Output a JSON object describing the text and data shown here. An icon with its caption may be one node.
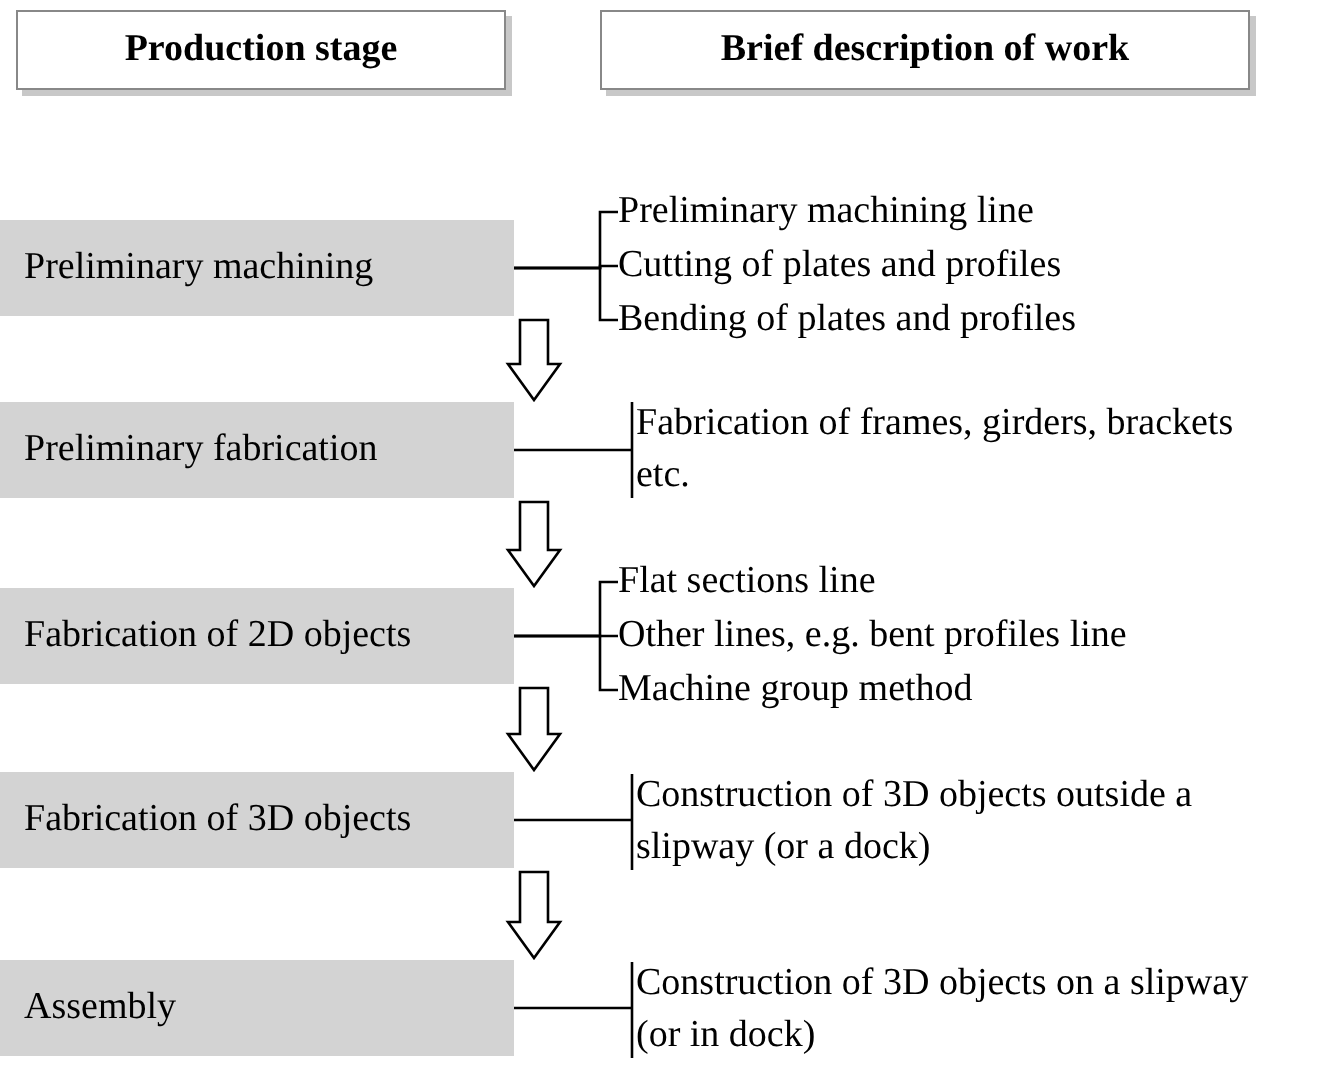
{
  "diagram": {
    "nodes": [
      {
        "text": [
          "Production stage"
        ]
      },
      {
        "text": [
          "Brief description of work"
        ]
      },
      {
        "text": [
          "Preliminary machining"
        ]
      },
      {
        "text": [
          "Preliminary machining line"
        ]
      },
      {
        "text": [
          "Cutting of plates and profiles"
        ]
      },
      {
        "text": [
          "Bending of plates and profiles"
        ]
      },
      {
        "text": [
          "Preliminary fabrication"
        ]
      },
      {
        "text": [
          "Fabrication of frames, girders, brackets etc."
        ]
      },
      {
        "text": [
          "Fabrication of 2D objects"
        ]
      },
      {
        "text": [
          "Flat sections line"
        ]
      },
      {
        "text": [
          "Other lines, e.g. bent profiles line"
        ]
      },
      {
        "text": [
          "Machine group method"
        ]
      },
      {
        "text": [
          "Fabrication of 3D objects"
        ]
      },
      {
        "text": [
          "Construction of 3D objects outside a slipway (or a dock)"
        ]
      },
      {
        "text": [
          "Assembly"
        ]
      },
      {
        "text": [
          "Construction of 3D objects on a slipway (or in dock)"
        ]
      }
    ],
    "edges": [
      {
        "from": 2,
        "to": 6,
        "arrow": "to"
      },
      {
        "from": 6,
        "to": 8,
        "arrow": "to"
      },
      {
        "from": 8,
        "to": 12,
        "arrow": "to"
      },
      {
        "from": 12,
        "to": 14,
        "arrow": "to"
      },
      {
        "from": 2,
        "to": 3,
        "arrow": "none"
      },
      {
        "from": 2,
        "to": 4,
        "arrow": "none"
      },
      {
        "from": 2,
        "to": 5,
        "arrow": "none"
      },
      {
        "from": 6,
        "to": 7,
        "arrow": "none"
      },
      {
        "from": 8,
        "to": 9,
        "arrow": "none"
      },
      {
        "from": 8,
        "to": 10,
        "arrow": "none"
      },
      {
        "from": 8,
        "to": 11,
        "arrow": "none"
      },
      {
        "from": 12,
        "to": 13,
        "arrow": "none"
      },
      {
        "from": 14,
        "to": 15,
        "arrow": "none"
      }
    ]
  }
}
